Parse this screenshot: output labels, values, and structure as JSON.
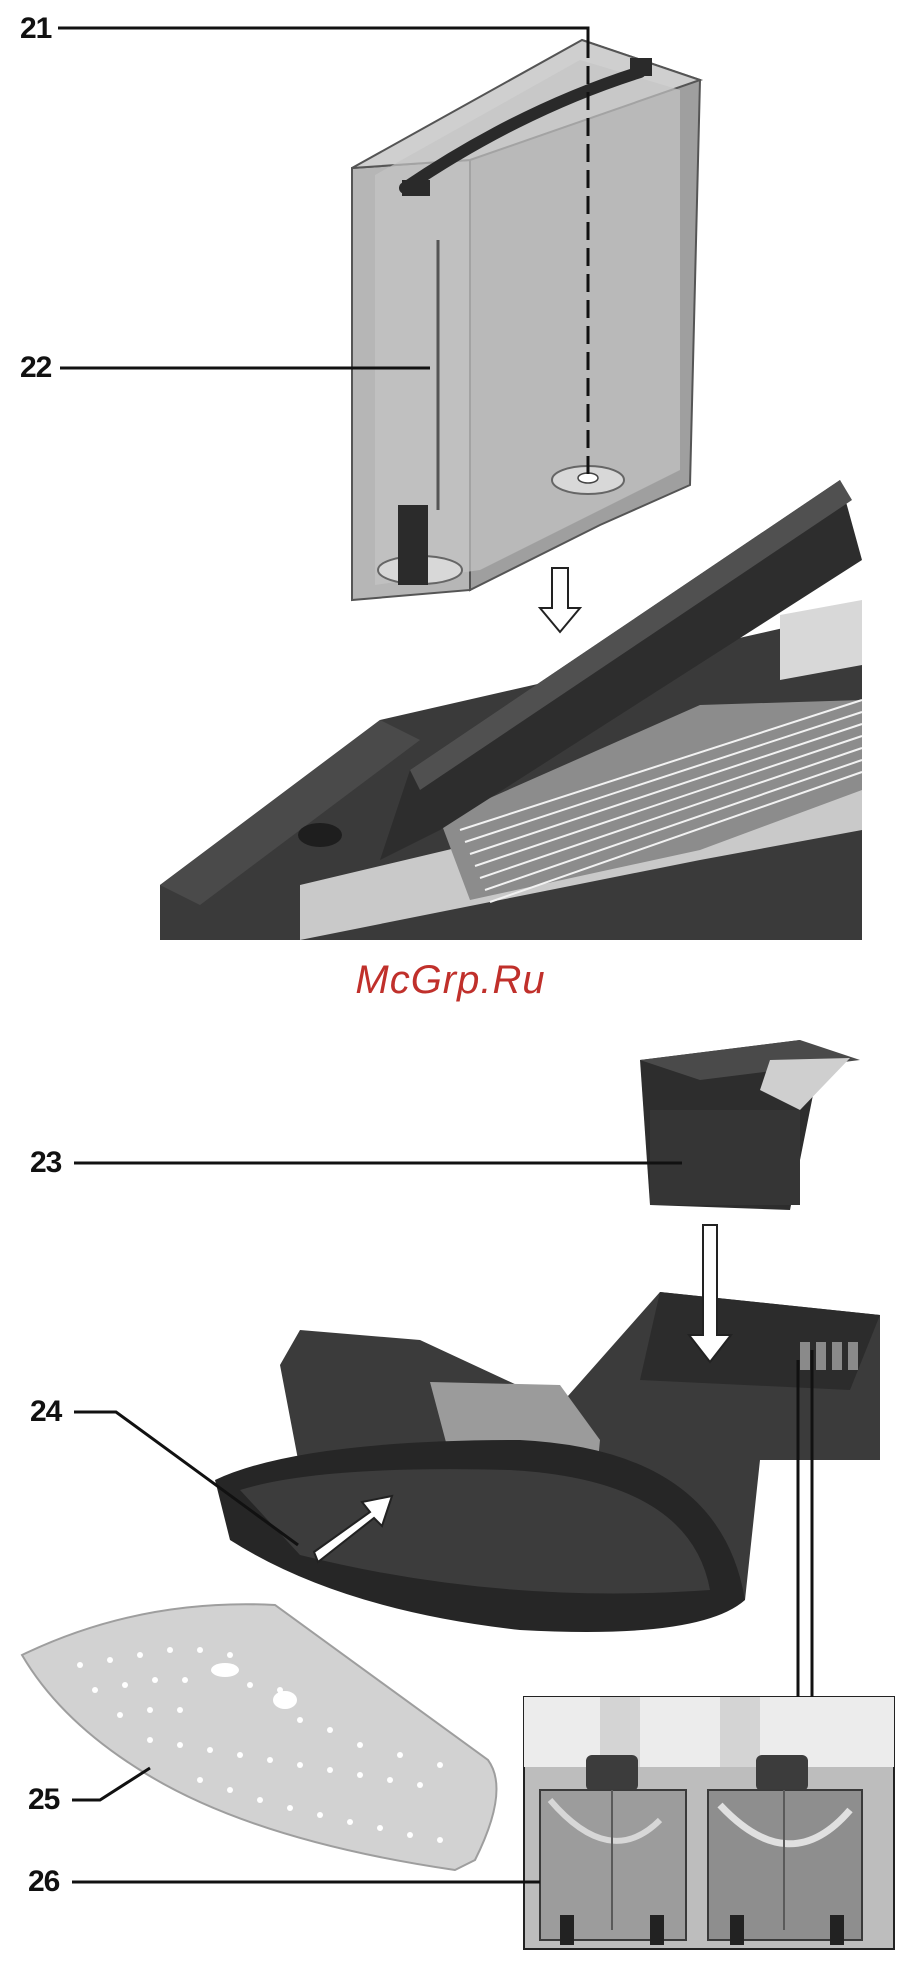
{
  "watermark": "McGrp.Ru",
  "callouts": [
    {
      "id": "21"
    },
    {
      "id": "22"
    },
    {
      "id": "23"
    },
    {
      "id": "24"
    },
    {
      "id": "25"
    },
    {
      "id": "26"
    }
  ],
  "colors": {
    "ink": "#111111",
    "watermark": "#c0302b",
    "dark_plastic": "#3c3c3c",
    "tank_tint": "#b9b9b9",
    "drip_plate": "#d2d2d2"
  }
}
